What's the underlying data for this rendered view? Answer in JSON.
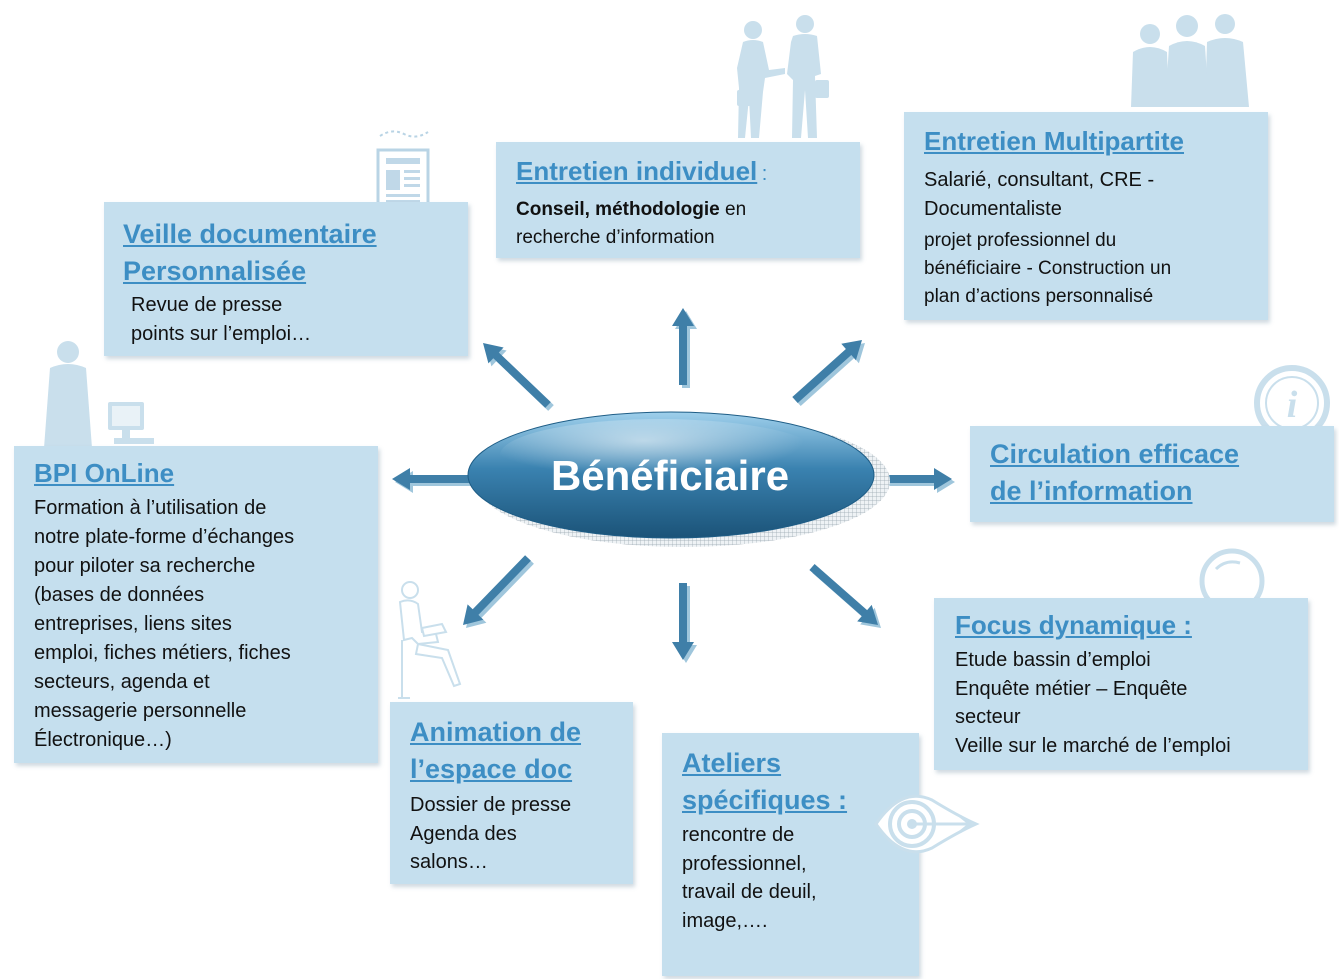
{
  "center": {
    "label": "Bénéficiaire"
  },
  "colors": {
    "box": "#c5dfee",
    "title": "#3d8ec4",
    "arrow": "#3f7fa8",
    "ellipse": "#2a6a92"
  },
  "veille": {
    "title1": "Veille documentaire",
    "title2": "Personnalisée",
    "line1": "Revue de presse",
    "line2": "points sur l’emploi…"
  },
  "individuel": {
    "title": "Entretien individuel",
    "colon": ":",
    "bold": "Conseil, méthodologie",
    "rest": " en",
    "line2": "recherche d’information"
  },
  "multipartite": {
    "title": "Entretien Multipartite",
    "line1": "Salarié, consultant, CRE -",
    "line2": "Documentaliste",
    "line3": "projet professionnel du",
    "line4": "bénéficiaire - Construction un",
    "line5": "plan d’actions personnalisé"
  },
  "bpi": {
    "title": "BPI OnLine",
    "lines": [
      "Formation à l’utilisation de",
      "notre plate-forme d’échanges",
      "pour piloter sa recherche",
      "(bases de données",
      "entreprises, liens sites",
      "emploi, fiches métiers, fiches",
      "secteurs, agenda et",
      "messagerie personnelle",
      "Électronique…)"
    ]
  },
  "circulation": {
    "title1": "Circulation efficace",
    "title2": "de l’information"
  },
  "focus": {
    "title": "Focus dynamique :",
    "lines": [
      "Etude bassin d’emploi",
      "Enquête métier – Enquête",
      "secteur",
      "Veille sur le marché de l’emploi"
    ]
  },
  "animation": {
    "title1": "Animation de",
    "title2": "l’espace doc",
    "lines": [
      "Dossier de presse",
      "Agenda des",
      "salons…"
    ]
  },
  "ateliers": {
    "title1": "Ateliers",
    "title2": "spécifiques :",
    "lines": [
      "rencontre de",
      "professionnel,",
      "travail de deuil,",
      "image,…."
    ]
  },
  "icons": [
    "handshake-people-icon",
    "group-people-icon",
    "newspaper-icon",
    "man-computer-icon",
    "info-icon",
    "magnifier-icon",
    "seated-woman-laptop-icon",
    "target-icon"
  ]
}
